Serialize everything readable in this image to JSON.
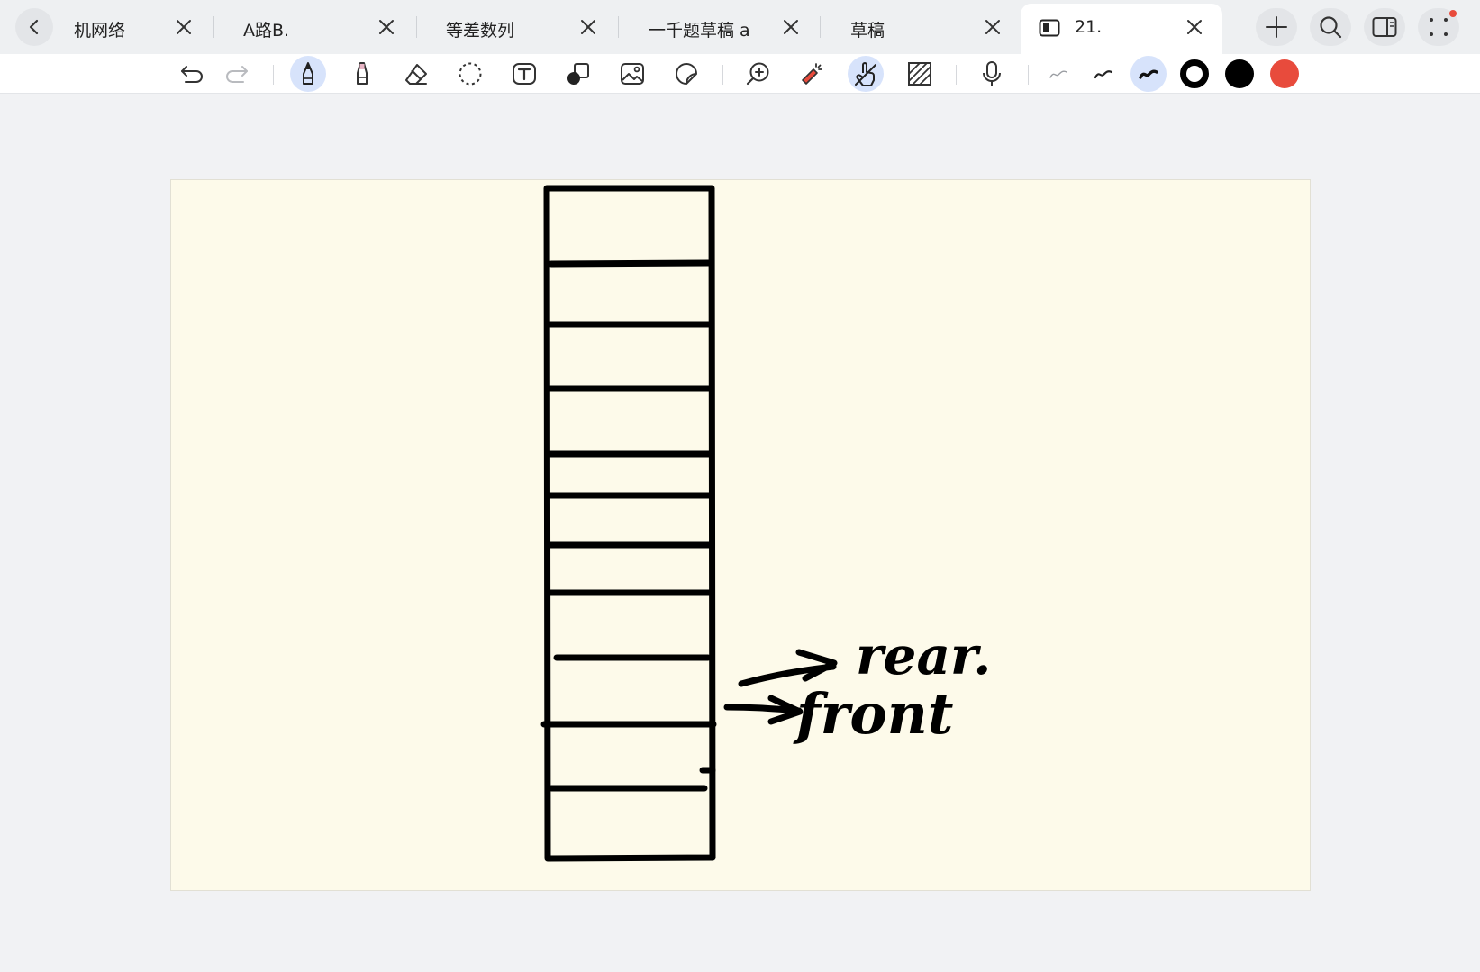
{
  "tabs": [
    {
      "label": "机网络",
      "active": false
    },
    {
      "label": "A路B.",
      "active": false
    },
    {
      "label": "等差数列",
      "active": false
    },
    {
      "label": "一千题草稿 a",
      "active": false
    },
    {
      "label": "草稿",
      "active": false
    },
    {
      "label": "21.",
      "active": true
    }
  ],
  "toolbar": {
    "tools": [
      "undo-icon",
      "redo-icon",
      "pen-icon",
      "highlighter-icon",
      "eraser-icon",
      "lasso-icon",
      "text-icon",
      "shapes-icon",
      "image-icon",
      "sticker-icon",
      "zoom-icon",
      "laser-icon",
      "touch-icon",
      "pattern-icon",
      "microphone-icon"
    ],
    "selected_tool": "pen-icon",
    "stroke_widths": [
      "thin",
      "medium",
      "thick"
    ],
    "selected_stroke": "thick",
    "colors": [
      "#000000",
      "#000000",
      "#e84b3c"
    ],
    "selected_color_index": 0
  },
  "note": {
    "background": "#fdfaea",
    "handwriting": {
      "rear": "rear.",
      "front": "front"
    }
  }
}
